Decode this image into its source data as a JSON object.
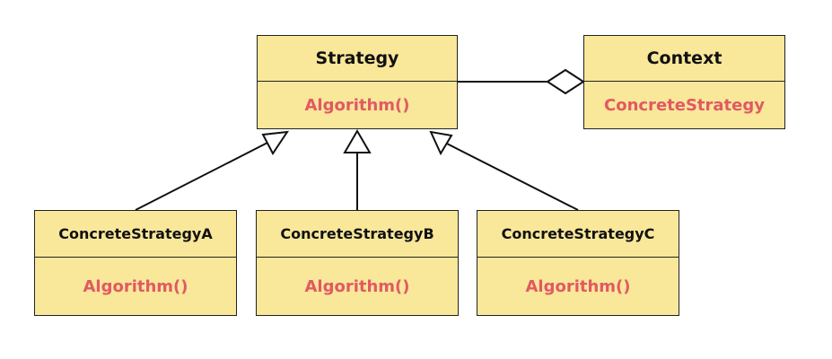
{
  "colors": {
    "class_fill": "#f9e79a",
    "class_border": "#222222",
    "name_text": "#111111",
    "member_text": "#e05a63",
    "connector": "#111111"
  },
  "classes": {
    "strategy": {
      "name": "Strategy",
      "member": "Algorithm()"
    },
    "context": {
      "name": "Context",
      "member": "ConcreteStrategy"
    },
    "concrete_a": {
      "name": "ConcreteStrategyA",
      "member": "Algorithm()"
    },
    "concrete_b": {
      "name": "ConcreteStrategyB",
      "member": "Algorithm()"
    },
    "concrete_c": {
      "name": "ConcreteStrategyC",
      "member": "Algorithm()"
    }
  },
  "relationships": [
    {
      "type": "aggregation",
      "from": "context",
      "to": "strategy"
    },
    {
      "type": "inheritance",
      "from": "concrete_a",
      "to": "strategy"
    },
    {
      "type": "inheritance",
      "from": "concrete_b",
      "to": "strategy"
    },
    {
      "type": "inheritance",
      "from": "concrete_c",
      "to": "strategy"
    }
  ]
}
